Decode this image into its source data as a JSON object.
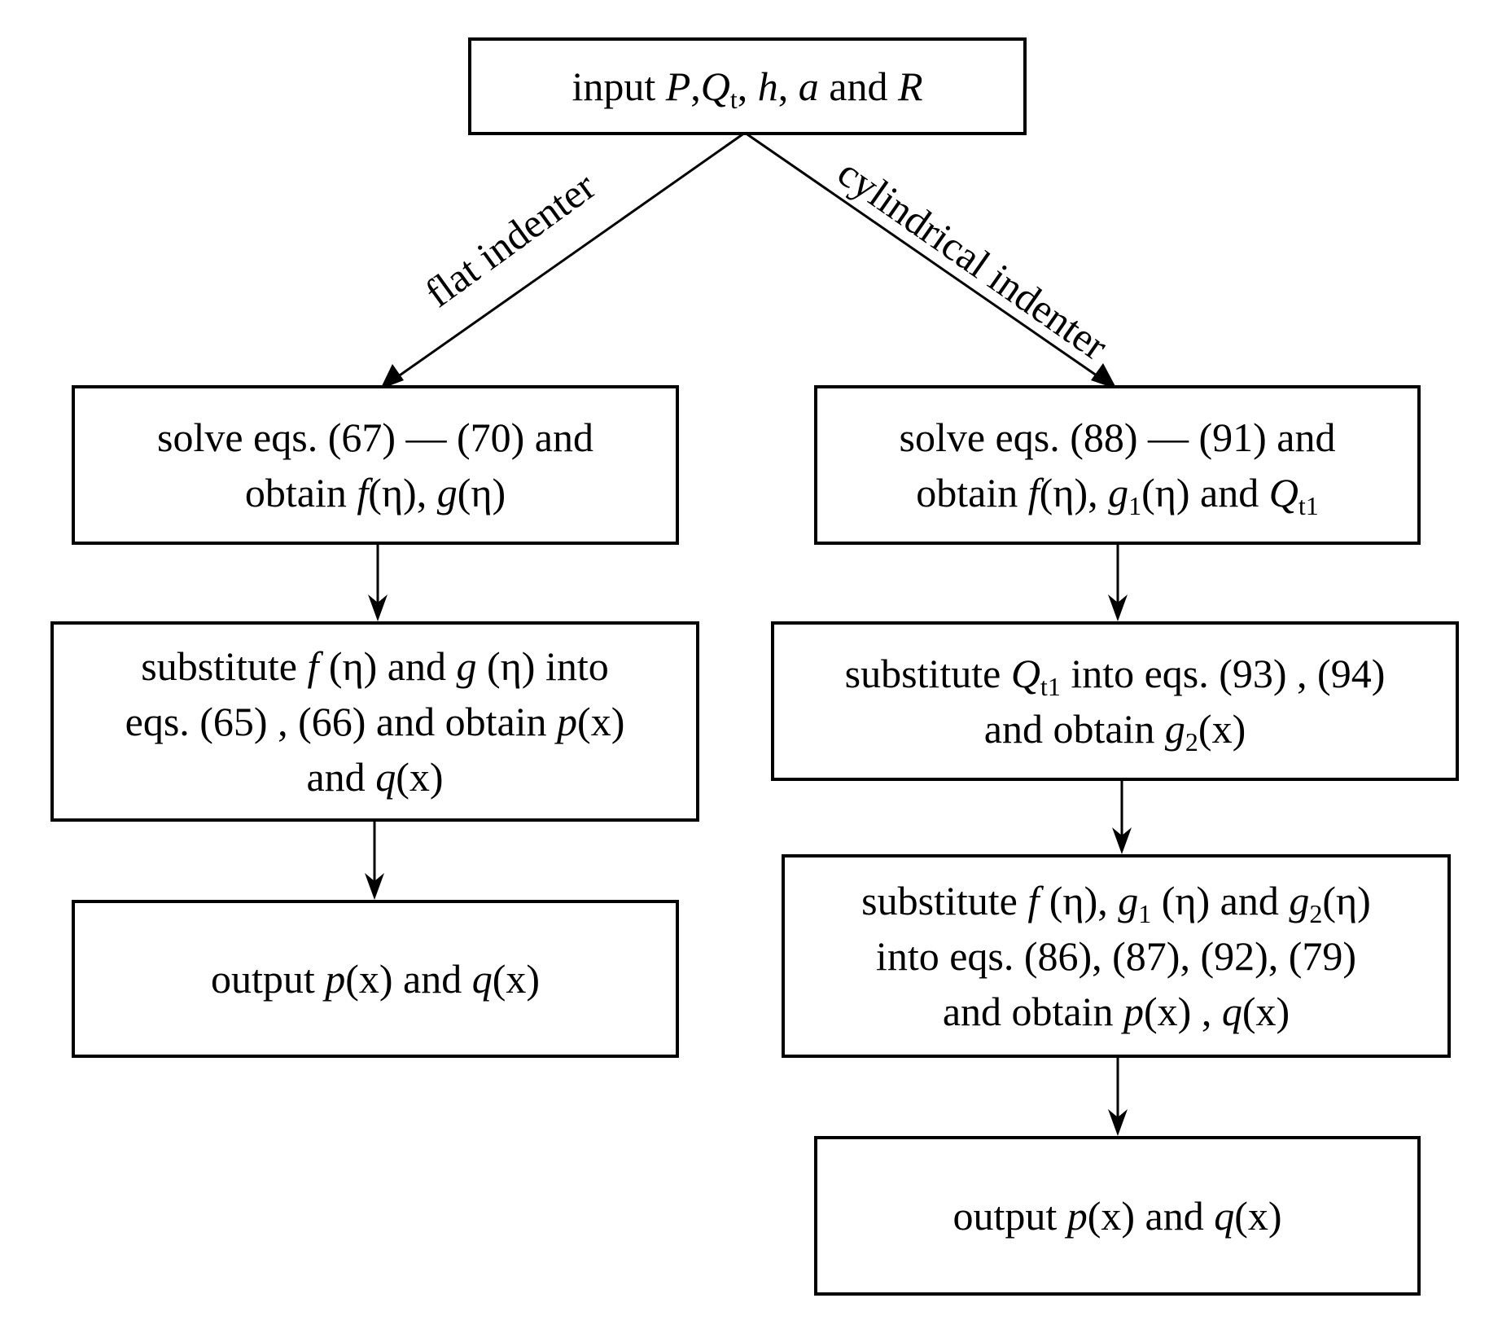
{
  "input_box": {
    "prefix": "input ",
    "P": "P",
    "comma1": ",",
    "Q": "Q",
    "Q_sub": "t",
    "comma2": ", ",
    "h": "h",
    "comma3": ", ",
    "a": "a",
    "and": " and ",
    "R": "R"
  },
  "branch_labels": {
    "left": "flat indenter",
    "right": "cylindrical indenter"
  },
  "left_branch": {
    "solve": {
      "line1": "solve eqs. (67) — (70) and",
      "line2_prefix": "obtain ",
      "f": "f",
      "f_arg": "(η)",
      "sep": ", ",
      "g": "g",
      "g_arg": "(η)"
    },
    "substitute": {
      "l1_prefix": "substitute ",
      "f": "f",
      "f_arg": " (η)",
      "l1_and": " and ",
      "g": "g",
      "g_arg": " (η)",
      "l1_suffix": " into",
      "l2_prefix": "eqs. (65) , (66) and obtain ",
      "p": "p",
      "p_arg": "(x)",
      "l3_prefix": "and ",
      "q": "q",
      "q_arg": "(x)"
    },
    "output": {
      "prefix": "output ",
      "p": "p",
      "p_arg": "(x)",
      "and": " and ",
      "q": "q",
      "q_arg": "(x)"
    }
  },
  "right_branch": {
    "solve": {
      "line1": "solve eqs. (88) — (91) and",
      "line2_prefix": "obtain ",
      "f": "f",
      "f_arg": "(η)",
      "sep": ", ",
      "g": "g",
      "g_sub": "1",
      "g_arg": "(η)",
      "and": " and ",
      "Q": "Q",
      "Q_sub": "t1"
    },
    "substitute1": {
      "l1_prefix": "substitute ",
      "Q": "Q",
      "Q_sub": "t1",
      "l1_suffix": " into eqs. (93) , (94)",
      "l2_prefix": "and obtain ",
      "g": "g",
      "g_sub": "2",
      "g_arg": "(x)"
    },
    "substitute2": {
      "l1_prefix": "substitute ",
      "f": "f",
      "f_arg": " (η), ",
      "g1": "g",
      "g1_sub": "1",
      "g1_arg": " (η)",
      "l1_and": " and ",
      "g2": "g",
      "g2_sub": "2",
      "g2_arg": "(η)",
      "line2": "into eqs. (86), (87), (92), (79)",
      "l3_prefix": "and obtain ",
      "p": "p",
      "p_arg": "(x)",
      "sep": " , ",
      "q": "q",
      "q_arg": "(x)"
    },
    "output": {
      "prefix": "output ",
      "p": "p",
      "p_arg": "(x)",
      "and": " and ",
      "q": "q",
      "q_arg": "(x)"
    }
  }
}
